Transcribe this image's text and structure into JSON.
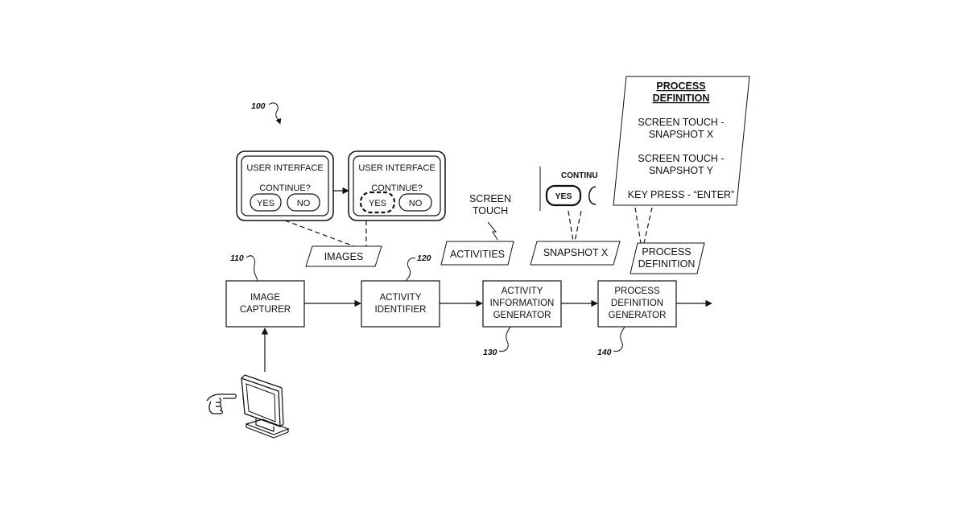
{
  "figure": {
    "number": "100"
  },
  "screens": {
    "before": {
      "title": "USER INTERFACE",
      "prompt": "CONTINUE?",
      "yes": "YES",
      "no": "NO"
    },
    "after": {
      "title": "USER INTERFACE",
      "prompt": "CONTINUE?",
      "yes": "YES",
      "no": "NO"
    },
    "snapshot": {
      "title": "CONTINU",
      "yes": "YES"
    }
  },
  "screen_touch": {
    "line1": "SCREEN",
    "line2": "TOUCH"
  },
  "data_items": {
    "images": "IMAGES",
    "activities": "ACTIVITIES",
    "snapshot_x": "SNAPSHOT X",
    "process_definition": {
      "line1": "PROCESS",
      "line2": "DEFINITION"
    }
  },
  "process_document": {
    "title_line1": "PROCESS",
    "title_line2": "DEFINITION",
    "entries": [
      {
        "line1": "SCREEN TOUCH -",
        "line2": "SNAPSHOT X"
      },
      {
        "line1": "SCREEN TOUCH -",
        "line2": "SNAPSHOT Y"
      },
      {
        "line1": "KEY PRESS - “ENTER”",
        "line2": ""
      }
    ]
  },
  "components": [
    {
      "ref": "110",
      "line1": "IMAGE",
      "line2": "CAPTURER",
      "line3": ""
    },
    {
      "ref": "120",
      "line1": "ACTIVITY",
      "line2": "IDENTIFIER",
      "line3": ""
    },
    {
      "ref": "130",
      "line1": "ACTIVITY",
      "line2": "INFORMATION",
      "line3": "GENERATOR"
    },
    {
      "ref": "140",
      "line1": "PROCESS",
      "line2": "DEFINITION",
      "line3": "GENERATOR"
    }
  ],
  "icons": [
    "pointing-hand-icon",
    "monitor-icon"
  ]
}
